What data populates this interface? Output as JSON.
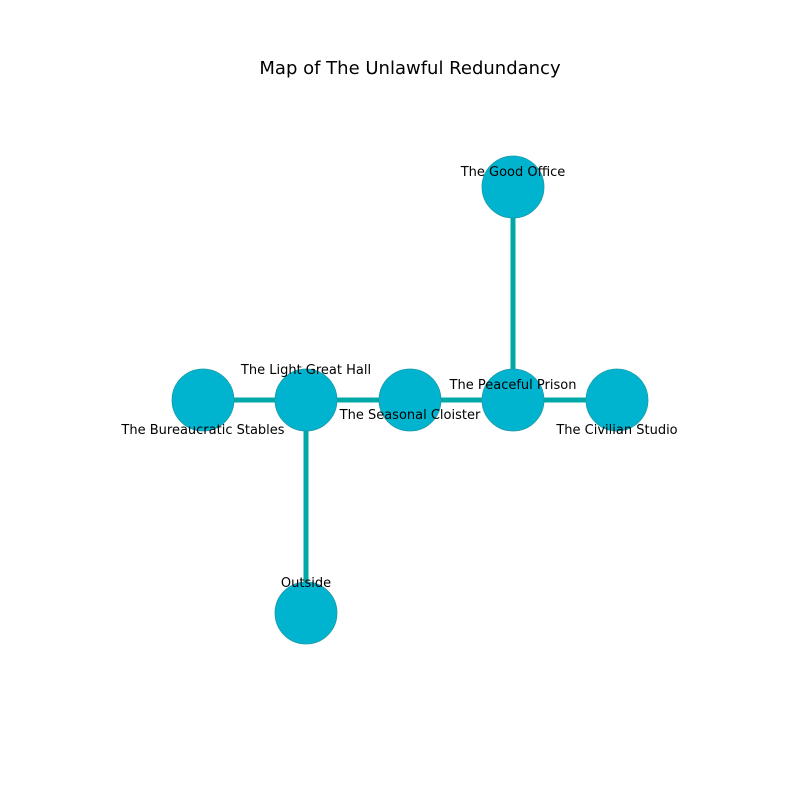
{
  "title": "Map of The Unlawful Redundancy",
  "colors": {
    "node_fill": "#00b4d0",
    "node_stroke": "#1a9aa8",
    "edge": "#00a8a8",
    "text": "#000000",
    "background": "#ffffff"
  },
  "rooms": [
    {
      "id": "good-office",
      "label": "The Good Office"
    },
    {
      "id": "bureaucratic-stables",
      "label": "The Bureaucratic Stables"
    },
    {
      "id": "light-great-hall",
      "label": "The Light Great Hall"
    },
    {
      "id": "seasonal-cloister",
      "label": "The Seasonal Cloister"
    },
    {
      "id": "peaceful-prison",
      "label": "The Peaceful Prison"
    },
    {
      "id": "civilian-studio",
      "label": "The Civilian Studio"
    },
    {
      "id": "outside",
      "label": "Outside"
    }
  ],
  "connections": [
    [
      "good-office",
      "peaceful-prison"
    ],
    [
      "bureaucratic-stables",
      "light-great-hall"
    ],
    [
      "light-great-hall",
      "seasonal-cloister"
    ],
    [
      "seasonal-cloister",
      "peaceful-prison"
    ],
    [
      "peaceful-prison",
      "civilian-studio"
    ],
    [
      "light-great-hall",
      "outside"
    ]
  ]
}
